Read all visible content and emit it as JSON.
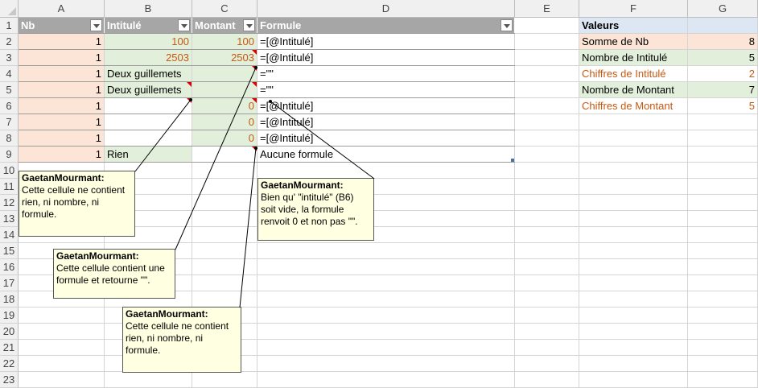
{
  "columns": [
    "A",
    "B",
    "C",
    "D",
    "E",
    "F",
    "G"
  ],
  "rows": [
    "1",
    "2",
    "3",
    "4",
    "5",
    "6",
    "7",
    "8",
    "9",
    "10",
    "11",
    "12",
    "13",
    "14",
    "15",
    "16",
    "17",
    "18",
    "19",
    "20",
    "21",
    "22",
    "23"
  ],
  "table": {
    "headers": [
      "Nb",
      "Intitulé",
      "Montant",
      "Formule"
    ],
    "rows": [
      {
        "nb": "1",
        "intitule": "100",
        "montant": "100",
        "formule": "=[@Intitulé]"
      },
      {
        "nb": "1",
        "intitule": "2503",
        "montant": "2503",
        "formule": "=[@Intitulé]"
      },
      {
        "nb": "1",
        "intitule": "Deux guillemets",
        "montant": "",
        "formule": "=\"\""
      },
      {
        "nb": "1",
        "intitule": "Deux guillemets",
        "montant": "",
        "formule": "=\"\""
      },
      {
        "nb": "1",
        "intitule": "",
        "montant": "0",
        "formule": "=[@Intitulé]"
      },
      {
        "nb": "1",
        "intitule": "",
        "montant": "0",
        "formule": "=[@Intitulé]"
      },
      {
        "nb": "1",
        "intitule": "",
        "montant": "0",
        "formule": "=[@Intitulé]"
      },
      {
        "nb": "1",
        "intitule": "Rien",
        "montant": "",
        "formule": "Aucune formule"
      }
    ]
  },
  "summary": {
    "header": "Valeurs",
    "items": [
      {
        "label": "Somme de Nb",
        "value": "8"
      },
      {
        "label": "Nombre de Intitulé",
        "value": "5"
      },
      {
        "label": "Chiffres de Intitulé",
        "value": "2"
      },
      {
        "label": "Nombre de Montant",
        "value": "7"
      },
      {
        "label": "Chiffres de Montant",
        "value": "5"
      }
    ]
  },
  "comments": [
    {
      "author": "GaetanMourmant:",
      "text": "Cette cellule ne contient rien, ni nombre, ni formule."
    },
    {
      "author": "GaetanMourmant:",
      "text": "Cette cellule contient une formule et retourne \"\"."
    },
    {
      "author": "GaetanMourmant:",
      "text": "Cette cellule ne contient rien, ni nombre, ni formule."
    },
    {
      "author": "GaetanMourmant:",
      "text": "Bien qu' \"intitulé\" (B6) soit vide, la formule renvoit 0 et non pas \"\"."
    }
  ],
  "colors": {
    "header_bg": "#a6a6a6",
    "nb_bg": "#fce4d6",
    "field_bg": "#e2efda",
    "summary_header_bg": "#dde7f4",
    "number_text": "#c65911",
    "comment_bg": "#ffffe1",
    "comment_marker": "#e00000"
  },
  "icons": [
    "filter-dropdown-icon",
    "comment-indicator-icon",
    "select-all-icon"
  ]
}
